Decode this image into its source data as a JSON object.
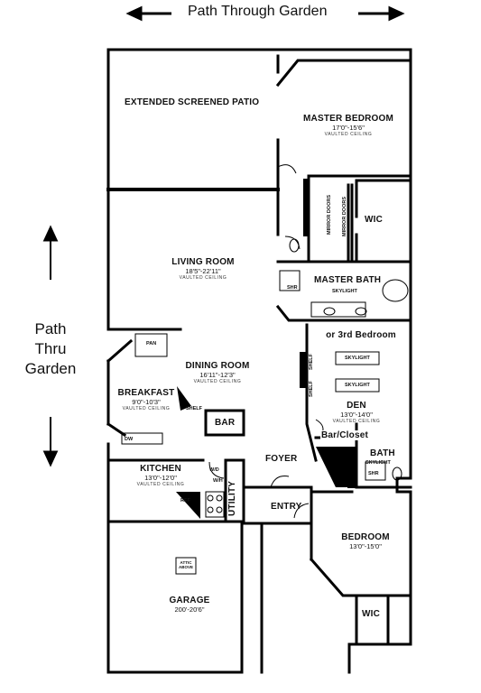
{
  "header": {
    "title": "Path Through Garden"
  },
  "side_label": {
    "line1": "Path",
    "line2": "Thru",
    "line3": "Garden"
  },
  "rooms": {
    "patio": {
      "name": "EXTENDED SCREENED PATIO"
    },
    "master_bedroom": {
      "name": "MASTER BEDROOM",
      "dims": "17'0\"-15'6\"",
      "ceiling": "VAULTED CEILING"
    },
    "wic_master": {
      "name": "WIC"
    },
    "mirror_doors_1": {
      "name": "MIRROR DOORS"
    },
    "mirror_doors_2": {
      "name": "MIRROR DOORS"
    },
    "living_room": {
      "name": "LIVING ROOM",
      "dims": "18'5\"-22'11\"",
      "ceiling": "VAULTED CEILING"
    },
    "master_bath": {
      "name": "MASTER BATH",
      "skylight": "SKYLIGHT",
      "shower": "SHR"
    },
    "den": {
      "heading": "or 3rd Bedroom",
      "name": "DEN",
      "dims": "13'0\"-14'0\"",
      "ceiling": "VAULTED CEILING",
      "skylight1": "SKYLIGHT",
      "skylight2": "SKYLIGHT"
    },
    "dining_room": {
      "name": "DINING ROOM",
      "dims": "16'11\"-12'3\"",
      "ceiling": "VAULTED CEILING"
    },
    "breakfast": {
      "name": "BREAKFAST",
      "dims": "9'0\"-10'3\"",
      "ceiling": "VAULTED CEILING"
    },
    "pantry": {
      "name": "PAN"
    },
    "bar": {
      "name": "BAR"
    },
    "bar_closet": {
      "name": "Bar/Closet"
    },
    "bath": {
      "name": "BATH",
      "skylight": "SKYLIGHT",
      "shower": "SHR"
    },
    "foyer": {
      "name": "FOYER"
    },
    "kitchen": {
      "name": "KITCHEN",
      "dims": "13'0\"-12'0\"",
      "ceiling": "VAULTED CEILING"
    },
    "utility": {
      "name": "UTILITY"
    },
    "entry": {
      "name": "ENTRY"
    },
    "bedroom": {
      "name": "BEDROOM",
      "dims": "13'0\"-15'0\""
    },
    "wic_bedroom": {
      "name": "WIC"
    },
    "garage": {
      "name": "GARAGE",
      "dims": "200'-20'6\"",
      "attic": "ATTIC ABOVE"
    }
  },
  "fixtures": {
    "shelf": "SHELF",
    "ref": "REF",
    "dw": "DW",
    "wd": "W/D",
    "wh": "W/H"
  }
}
